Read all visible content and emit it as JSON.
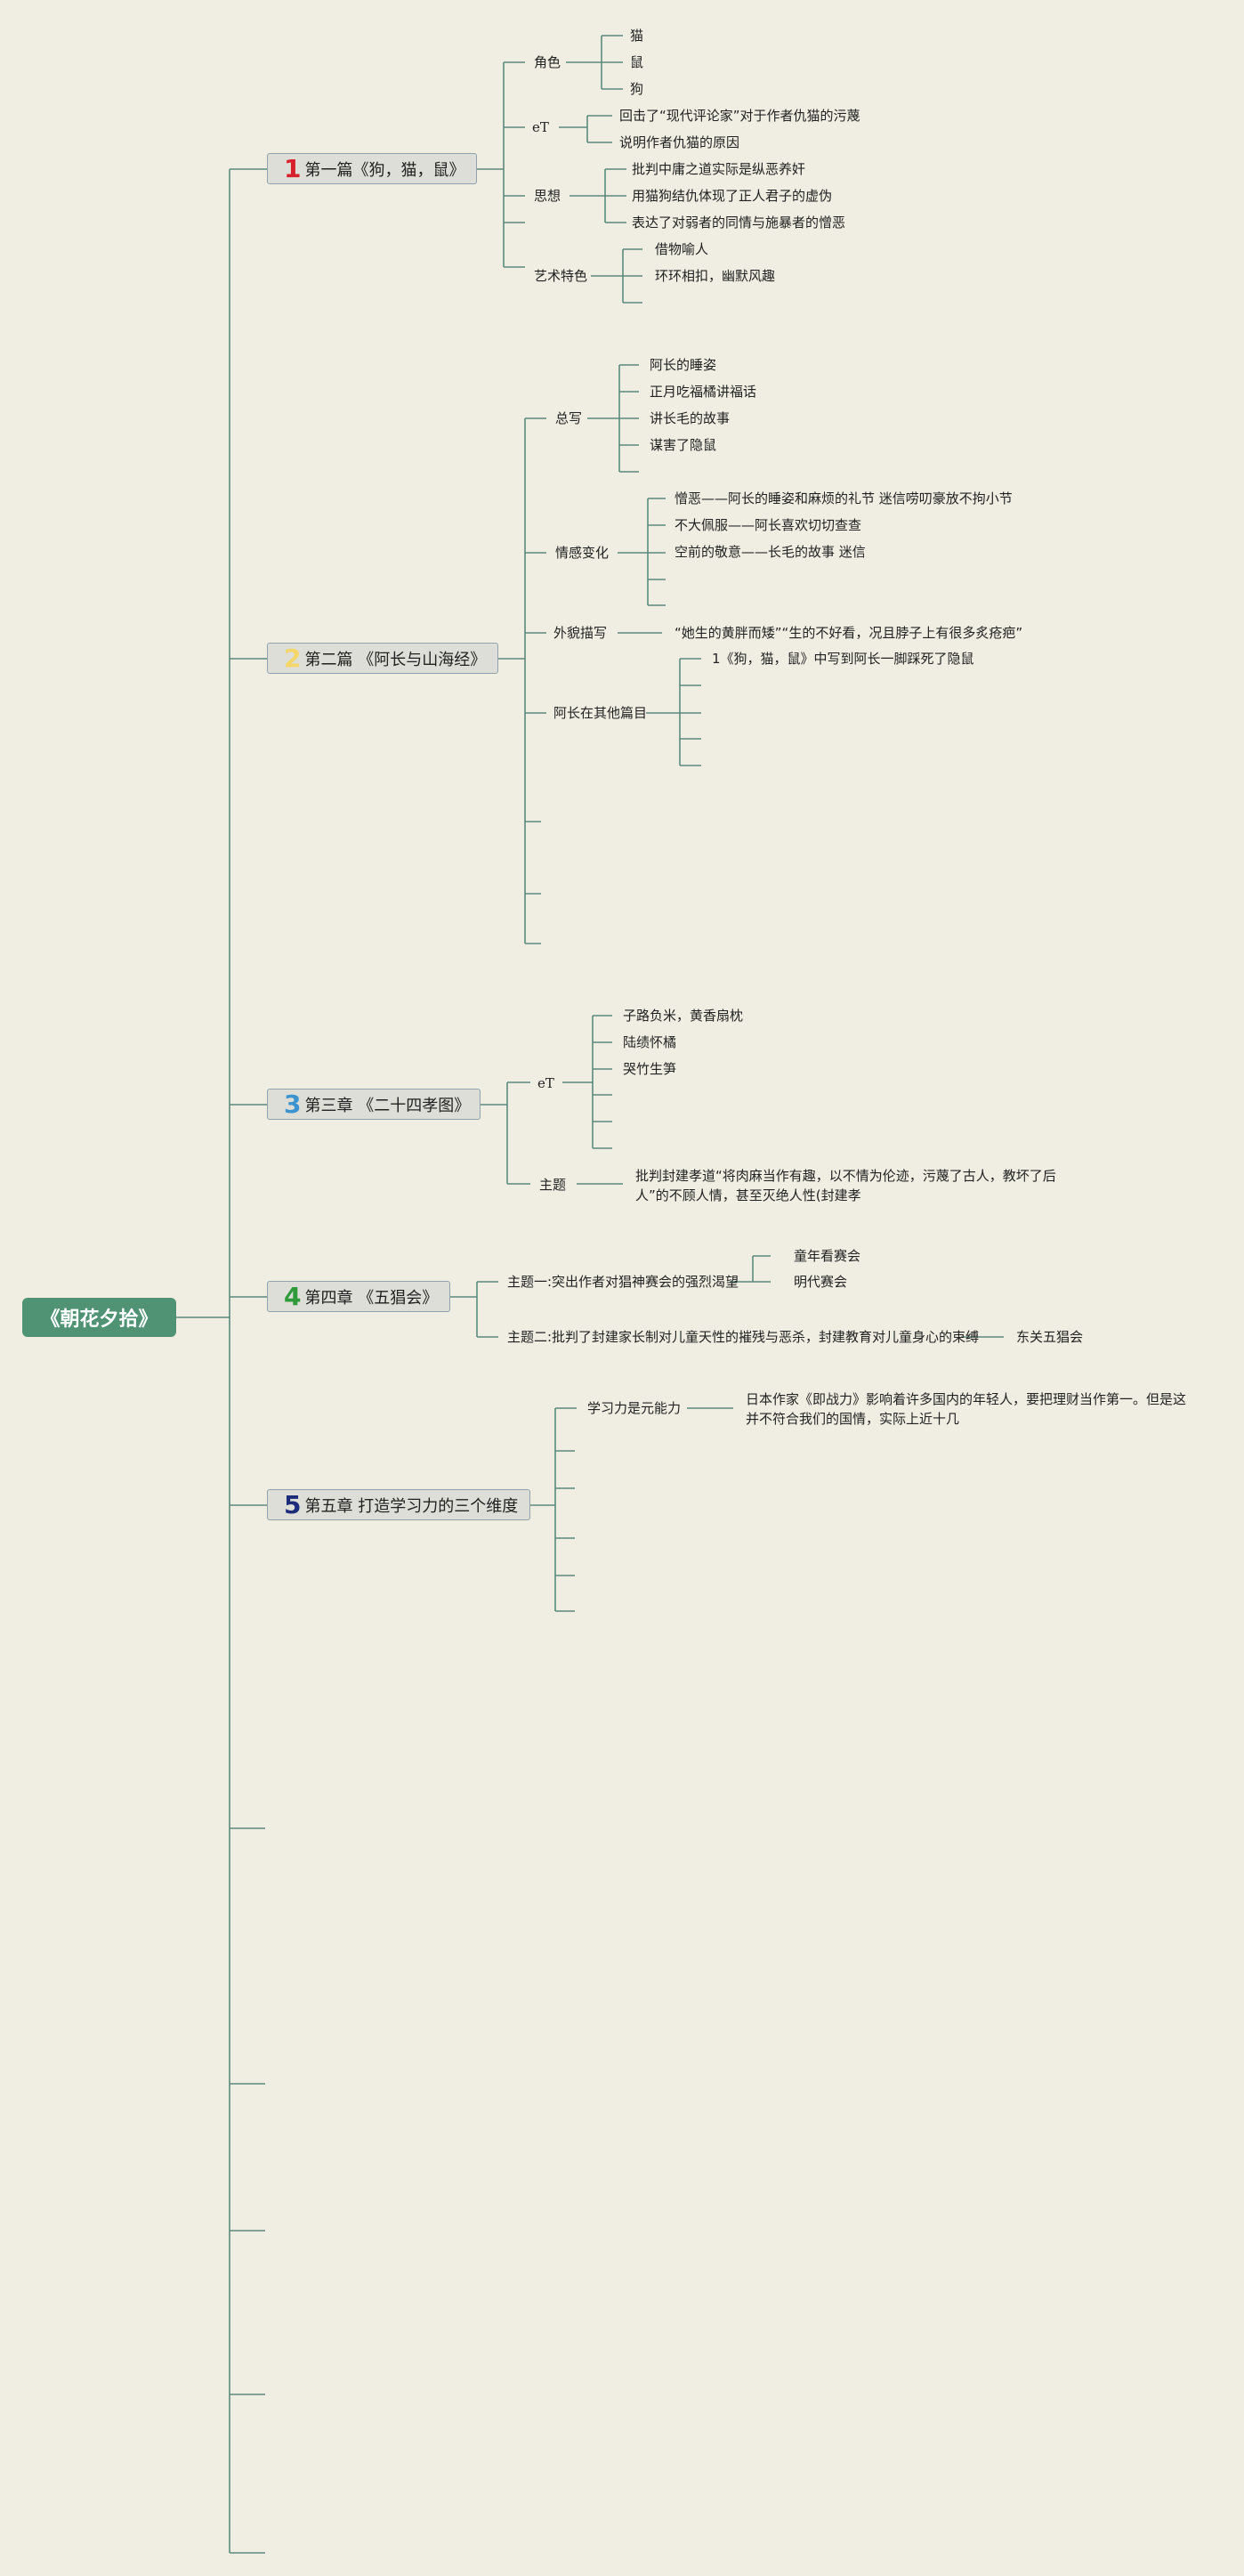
{
  "root": {
    "title": "《朝花夕拾》"
  },
  "colors": {
    "line": "#5b8a7e",
    "root_bg": "#4f9374",
    "n1": "#d8202c",
    "n2": "#f5d66a",
    "n3": "#3b93cf",
    "n4": "#2e9a3a",
    "n5": "#1b2d7a"
  },
  "chapters": [
    {
      "number": "1",
      "title": "第一篇《狗，猫，鼠》",
      "branches": [
        {
          "label": "角色",
          "items": [
            "猫",
            "鼠",
            "狗"
          ]
        },
        {
          "label": "eT",
          "items": [
            "回击了“现代评论家”对于作者仇猫的污蔑",
            "说明作者仇猫的原因"
          ]
        },
        {
          "label": "思想",
          "items": [
            "批判中庸之道实际是纵恶养奸",
            "用猫狗结仇体现了正人君子的虚伪",
            "表达了对弱者的同情与施暴者的憎恶"
          ]
        },
        {
          "label": "艺术特色",
          "items": [
            "借物喻人",
            "环环相扣，幽默风趣"
          ]
        }
      ]
    },
    {
      "number": "2",
      "title": "第二篇 《阿长与山海经》",
      "branches": [
        {
          "label": "总写",
          "items": [
            "阿长的睡姿",
            "正月吃福橘讲福话",
            "讲长毛的故事",
            "谋害了隐鼠"
          ]
        },
        {
          "label": "情感变化",
          "items": [
            "憎恶——阿长的睡姿和麻烦的礼节 迷信唠叨豪放不拘小节",
            "不大佩服——阿长喜欢切切查查",
            "空前的敬意——长毛的故事 迷信"
          ]
        },
        {
          "label": "外貌描写",
          "items": [
            "“她生的黄胖而矮”“生的不好看，况且脖子上有很多炙疮疤”"
          ]
        },
        {
          "label": "阿长在其他篇目",
          "items": [
            "1《狗，猫，鼠》中写到阿长一脚踩死了隐鼠"
          ]
        }
      ]
    },
    {
      "number": "3",
      "title": "第三章 《二十四孝图》",
      "branches": [
        {
          "label": "eT",
          "items": [
            "子路负米，黄香扇枕",
            "陆绩怀橘",
            "哭竹生笋"
          ]
        },
        {
          "label": "主题",
          "items": [
            "批判封建孝道“将肉麻当作有趣，以不情为伦迹，污蔑了古人，教坏了后人”的不顾人情，甚至灭绝人性(封建孝"
          ]
        }
      ]
    },
    {
      "number": "4",
      "title": "第四章 《五猖会》",
      "branches": [
        {
          "label": "主题一:突出作者对猖神赛会的强烈渴望",
          "items": [
            "童年看赛会",
            "明代赛会"
          ]
        },
        {
          "label": "主题二:批判了封建家长制对儿童天性的摧残与恶杀，封建教育对儿童身心的束缚",
          "items": [
            "东关五猖会"
          ]
        }
      ]
    },
    {
      "number": "5",
      "title": "第五章 打造学习力的三个维度",
      "branches": [
        {
          "label": "学习力是元能力",
          "items": [
            "日本作家《即战力》影响着许多国内的年轻人，要把理财当作第一。但是这并不符合我们的国情，实际上近十几"
          ]
        }
      ]
    }
  ]
}
